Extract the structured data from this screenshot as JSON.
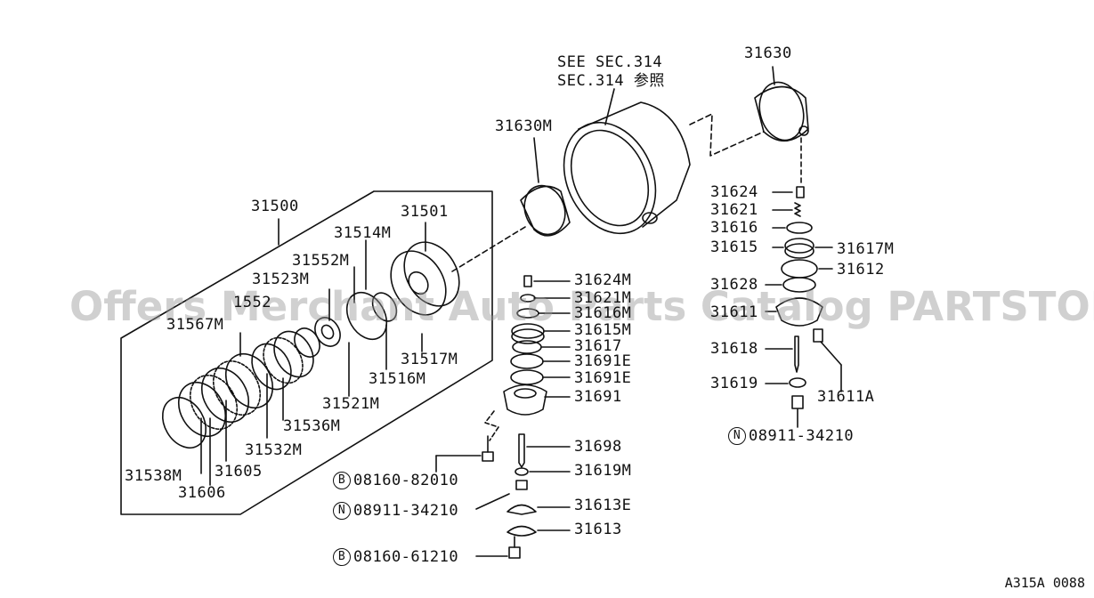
{
  "labels": {
    "p31500": "31500",
    "p31501": "31501",
    "p31514M": "31514M",
    "p31552M": "31552M",
    "p31523M": "31523M",
    "p31567M": "31567M",
    "p31517M": "31517M",
    "p31516M": "31516M",
    "p31521M": "31521M",
    "p31536M": "31536M",
    "p31532M": "31532M",
    "p31605": "31605",
    "p31538M": "31538M",
    "p31606": "31606",
    "see_sec_en": "SEE SEC.314",
    "see_sec_jp": "SEC.314 参照",
    "p31630M": "31630M",
    "p31630": "31630",
    "p31624": "31624",
    "p31621": "31621",
    "p31616": "31616",
    "p31615": "31615",
    "p31617M": "31617M",
    "p31612": "31612",
    "p31628": "31628",
    "p31611": "31611",
    "p31618": "31618",
    "p31619": "31619",
    "p31611A": "31611A",
    "b08911_34210_right": "08911-34210",
    "p31624M": "31624M",
    "p31621M": "31621M",
    "p31616M": "31616M",
    "p31615M": "31615M",
    "p31617": "31617",
    "p31691E_a": "31691E",
    "p31691E_b": "31691E",
    "p31691": "31691",
    "p31698": "31698",
    "p31619M": "31619M",
    "p31613E": "31613E",
    "p31613": "31613",
    "b08160_82010": "08160-82010",
    "b08911_34210_mid": "08911-34210",
    "b08160_61210": "08160-61210",
    "partial_31552": "1552"
  },
  "markers": {
    "bolt": "B",
    "nut": "N"
  },
  "watermark": "Offers Merchant Auto Parts Catalog PARTSTORE.SA",
  "figure_code": "A315A 0088"
}
